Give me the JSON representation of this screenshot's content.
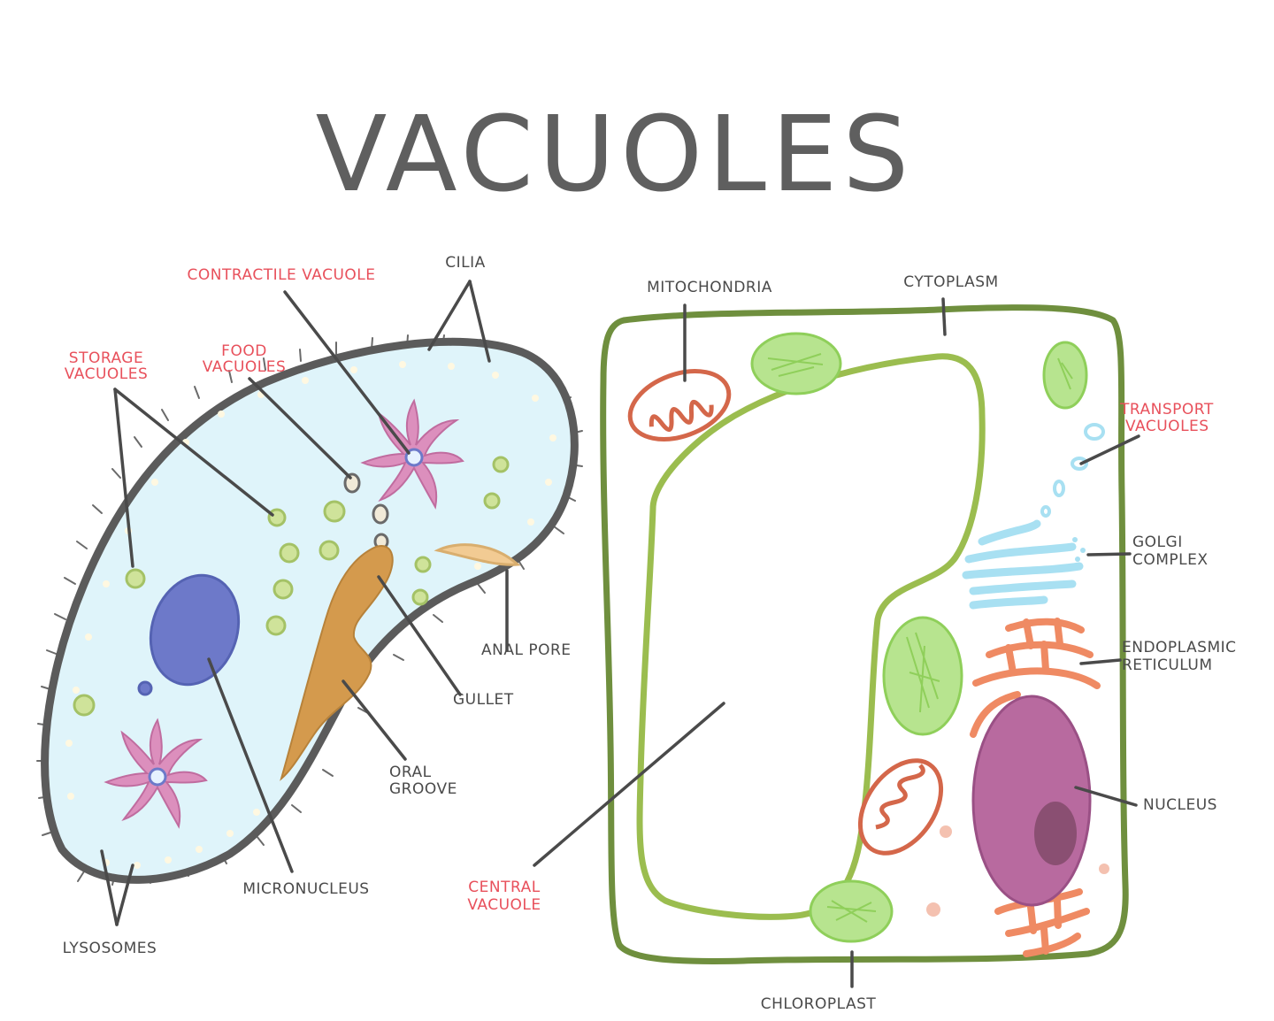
{
  "title": "VACUOLES",
  "colors": {
    "label_highlight": "#e8505b",
    "label_normal": "#4a4a4a",
    "paramecium_fill": "#dff4fa",
    "outline": "#5b5b5b",
    "plant_wall": "#6f8f3e",
    "vacuole_membrane": "#9bbd4f",
    "chloroplast": "#b7e48f",
    "mitochondria": "#d4674a",
    "nucleus": "#b86a9f",
    "golgi": "#a8e0f2",
    "er": "#ef8a63",
    "contractile": "#dc8fbd",
    "micronucleus": "#6d79c9",
    "gullet": "#d49a4d",
    "anal_pore": "#f2cb93"
  },
  "paramecium": {
    "labels": {
      "contractile_vacuole": "CONTRACTILE VACUOLE",
      "cilia": "CILIA",
      "storage_vacuoles": [
        "STORAGE",
        "VACUOLES"
      ],
      "food_vacuoles": [
        "FOOD",
        "VACUOLES"
      ],
      "anal_pore": "ANAL PORE",
      "gullet": "GULLET",
      "oral_groove": [
        "ORAL",
        "GROOVE"
      ],
      "micronucleus": "MICRONUCLEUS",
      "lysosomes": "LYSOSOMES"
    }
  },
  "plant_cell": {
    "labels": {
      "mitochondria": "MITOCHONDRIA",
      "cytoplasm": "CYTOPLASM",
      "transport_vacuoles": [
        "TRANSPORT",
        "VACUOLES"
      ],
      "golgi_complex": [
        "GOLGI",
        "COMPLEX"
      ],
      "endoplasmic_reticulum": [
        "ENDOPLASMIC",
        "RETICULUM"
      ],
      "nucleus": "NUCLEUS",
      "central_vacuole": [
        "CENTRAL",
        "VACUOLE"
      ],
      "chloroplast": "CHLOROPLAST"
    }
  }
}
